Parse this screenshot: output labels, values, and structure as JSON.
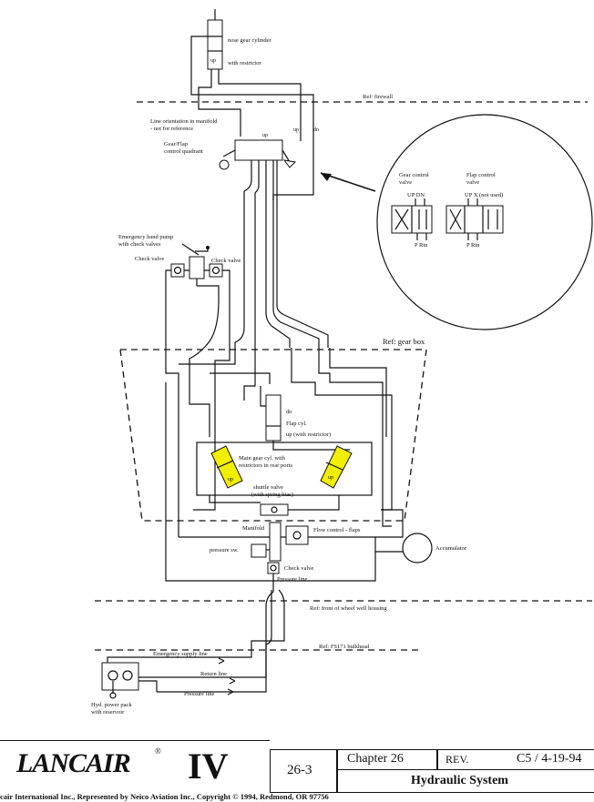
{
  "diagram": {
    "labels": {
      "nose_gear": "nose gear cylinder",
      "with_restrictor": "with restrictor",
      "up_nose": "up",
      "firewall": "Ref: firewall",
      "line_orient_1": "Line orientation in manifold",
      "line_orient_2": "- not for reference",
      "gear_flap_1": "Gear/Flap",
      "gear_flap_2": "control quadrant",
      "quad_up": "up",
      "quad_up2": "up",
      "quad_dn": "dn",
      "gear_cv_1": "Gear control",
      "gear_cv_2": "valve",
      "flap_cv_1": "Flap control",
      "flap_cv_2": "valve",
      "gear_updn": "UP DN",
      "flap_ux": "UP  X  (not used)",
      "p_rtn_1": "P  Rtn",
      "p_rtn_2": "P  Rtn",
      "emerg_pump_1": "Emergency hand pump",
      "emerg_pump_2": "with check valves",
      "check_valve_l": "Check valve",
      "check_valve_r": "Check valve",
      "gear_box": "Ref: gear box",
      "dn": "dn",
      "flap_cyl": "Flap cyl.",
      "up_with_restrictor": "up (with restrictor)",
      "main_gear_1": "Main gear cyl. with",
      "main_gear_2": "restrictors in rear ports",
      "up_left": "up",
      "up_right": "up",
      "shuttle_1": "shuttle valve",
      "shuttle_2": "(with spring bias)",
      "manifold": "Manifold",
      "flow_control": "Flow control - flaps",
      "accumulator": "Accumulator",
      "pressure_sw": "pressure sw.",
      "check_valve_c": "Check valve",
      "pressure_line": "Pressure line",
      "wheel_well": "Ref: front of wheel well housing",
      "fs171": "Ref: FS171 bulkhead",
      "emerg_supply": "Emergency supply line",
      "return_line": "Return line",
      "pressure_line_b": "Pressure line",
      "power_pack_1": "Hyd. power pack",
      "power_pack_2": "with reservoir"
    }
  },
  "title_block": {
    "logo": "LANCAIR",
    "logo_reg": "®",
    "model": "IV",
    "page": "26-3",
    "chapter": "Chapter 26",
    "rev_label": "REV.",
    "rev_value": "C5 / 4-19-94",
    "section": "Hydraulic System",
    "copyright": "cair International Inc., Represented by Neico Aviation Inc., Copyright © 1994, Redmond, OR 97756"
  },
  "colors": {
    "highlight": "#f2ee00",
    "ink": "#111111"
  }
}
